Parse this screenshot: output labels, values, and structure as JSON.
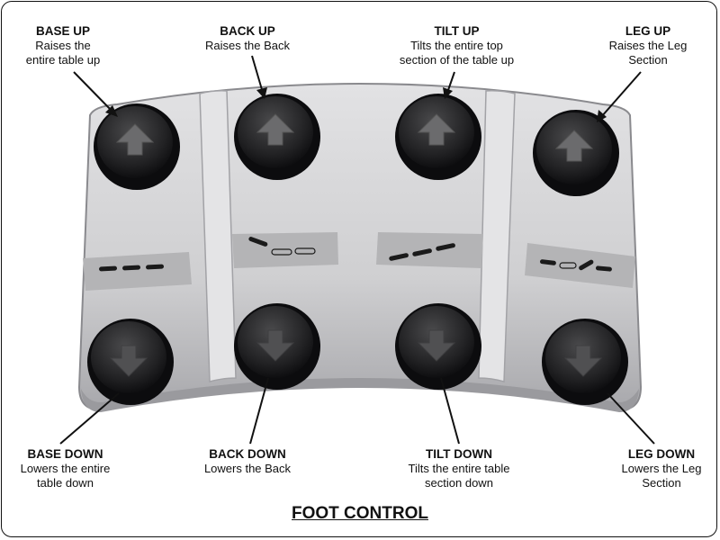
{
  "title": "FOOT CONTROL",
  "colors": {
    "body": "#d4d4d6",
    "body_shadow": "#9c9ca0",
    "button": "#2a2a2c",
    "arrow": "#6a6a6c",
    "panel": "#b2b2b4",
    "line": "#111111"
  },
  "labels": {
    "base_up": {
      "title": "BASE UP",
      "desc": "Raises the\nentire table up"
    },
    "back_up": {
      "title": "BACK UP",
      "desc": "Raises the Back"
    },
    "tilt_up": {
      "title": "TILT UP",
      "desc": "Tilts the entire top\nsection of the table up"
    },
    "leg_up": {
      "title": "LEG UP",
      "desc": "Raises the Leg\nSection"
    },
    "base_down": {
      "title": "BASE DOWN",
      "desc": "Lowers the entire\ntable down"
    },
    "back_down": {
      "title": "BACK DOWN",
      "desc": "Lowers the Back"
    },
    "tilt_down": {
      "title": "TILT DOWN",
      "desc": "Tilts the entire table\nsection down"
    },
    "leg_down": {
      "title": "LEG DOWN",
      "desc": "Lowers the Leg\nSection"
    }
  },
  "icons": {
    "up_button": "up-arrow-icon",
    "down_button": "down-arrow-icon"
  }
}
